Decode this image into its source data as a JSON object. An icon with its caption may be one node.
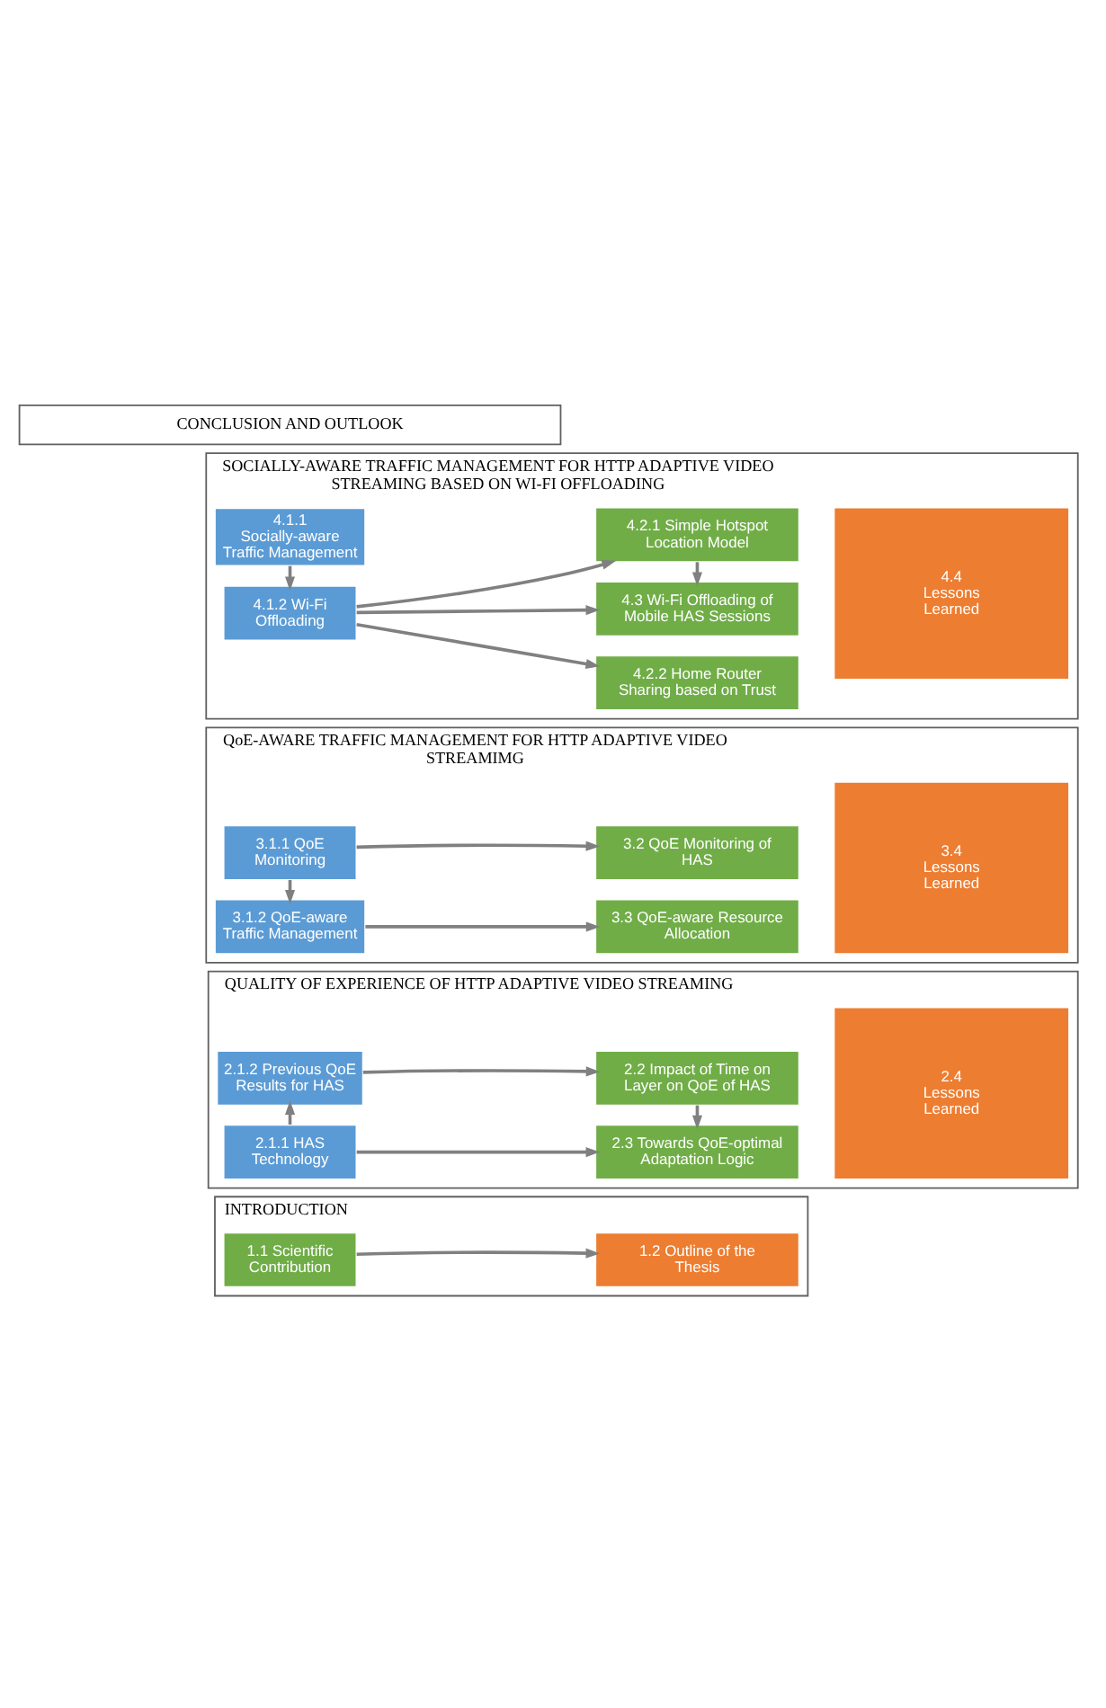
{
  "diagram": {
    "nodes": [
      {
        "text": [
          "INTRODUCTION"
        ]
      },
      {
        "text": [
          "1.1 Scientific Contribution"
        ],
        "in": 0
      },
      {
        "text": [
          "1.2 Outline of the Thesis"
        ],
        "in": 0
      },
      {
        "text": [
          "QUALITY OF EXPERIENCE OF HTTP ADAPTIVE VIDEO STREAMING"
        ]
      },
      {
        "text": [
          "2.1.2 Previous QoE Results for HAS"
        ],
        "in": 3
      },
      {
        "text": [
          "2.2 Impact of Time on Layer on QoE of HAS"
        ],
        "in": 3
      },
      {
        "text": [
          "2.1.1 HAS Technology"
        ],
        "in": 3
      },
      {
        "text": [
          "2.3 Towards QoE-optimal Adaptation Logic"
        ],
        "in": 3
      },
      {
        "text": [
          "2.4 Lessons Learned"
        ],
        "in": 3
      },
      {
        "text": [
          "QoE-AWARE TRAFFIC MANAGEMENT FOR HTTP ADAPTIVE VIDEO STREAMIMG"
        ]
      },
      {
        "text": [
          "3.1.1 QoE Monitoring"
        ],
        "in": 9
      },
      {
        "text": [
          "3.2 QoE Monitoring of HAS"
        ],
        "in": 9
      },
      {
        "text": [
          "3.1.2 QoE-aware Traffic Management"
        ],
        "in": 9
      },
      {
        "text": [
          "3.3 QoE-aware Resource Allocation"
        ],
        "in": 9
      },
      {
        "text": [
          "3.4 Lessons Learned"
        ],
        "in": 9
      },
      {
        "text": [
          "SOCIALLY-AWARE TRAFFIC MANAGEMENT FOR HTTP ADAPTIVE VIDEO STREAMING BASED ON WI-FI OFFLOADING"
        ]
      },
      {
        "text": [
          "4.1.1 Socially-aware Traffic Management"
        ],
        "in": 15
      },
      {
        "text": [
          "4.2.1 Simple Hotspot Location Model"
        ],
        "in": 15
      },
      {
        "text": [
          "4.2.2 Home Router Sharing based on Trust"
        ],
        "in": 15
      },
      {
        "text": [
          "4.1.2 Wi-Fi Offloading"
        ],
        "in": 15
      },
      {
        "text": [
          "4.3 Wi-Fi Offloading of Mobile HAS Sessions"
        ],
        "in": 15
      },
      {
        "text": [
          "4.4 Lessons Learned"
        ],
        "in": 15
      },
      {
        "text": [
          "CONCLUSION AND OUTLOOK"
        ]
      }
    ],
    "edges": [
      {
        "from": 1,
        "to": 2,
        "arrow": "to"
      },
      {
        "from": 4,
        "to": 5,
        "arrow": "to"
      },
      {
        "from": 6,
        "to": 4,
        "arrow": "to"
      },
      {
        "from": 5,
        "to": 7,
        "arrow": "to"
      },
      {
        "from": 6,
        "to": 7,
        "arrow": "to"
      },
      {
        "from": 10,
        "to": 11,
        "arrow": "to"
      },
      {
        "from": 10,
        "to": 12,
        "arrow": "to"
      },
      {
        "from": 12,
        "to": 13,
        "arrow": "to"
      },
      {
        "from": 16,
        "to": 19,
        "arrow": "to"
      },
      {
        "from": 19,
        "to": 17,
        "arrow": "to"
      },
      {
        "from": 19,
        "to": 18,
        "arrow": "to"
      },
      {
        "from": 19,
        "to": 20,
        "arrow": "to"
      },
      {
        "from": 17,
        "to": 20,
        "arrow": "to"
      }
    ]
  }
}
